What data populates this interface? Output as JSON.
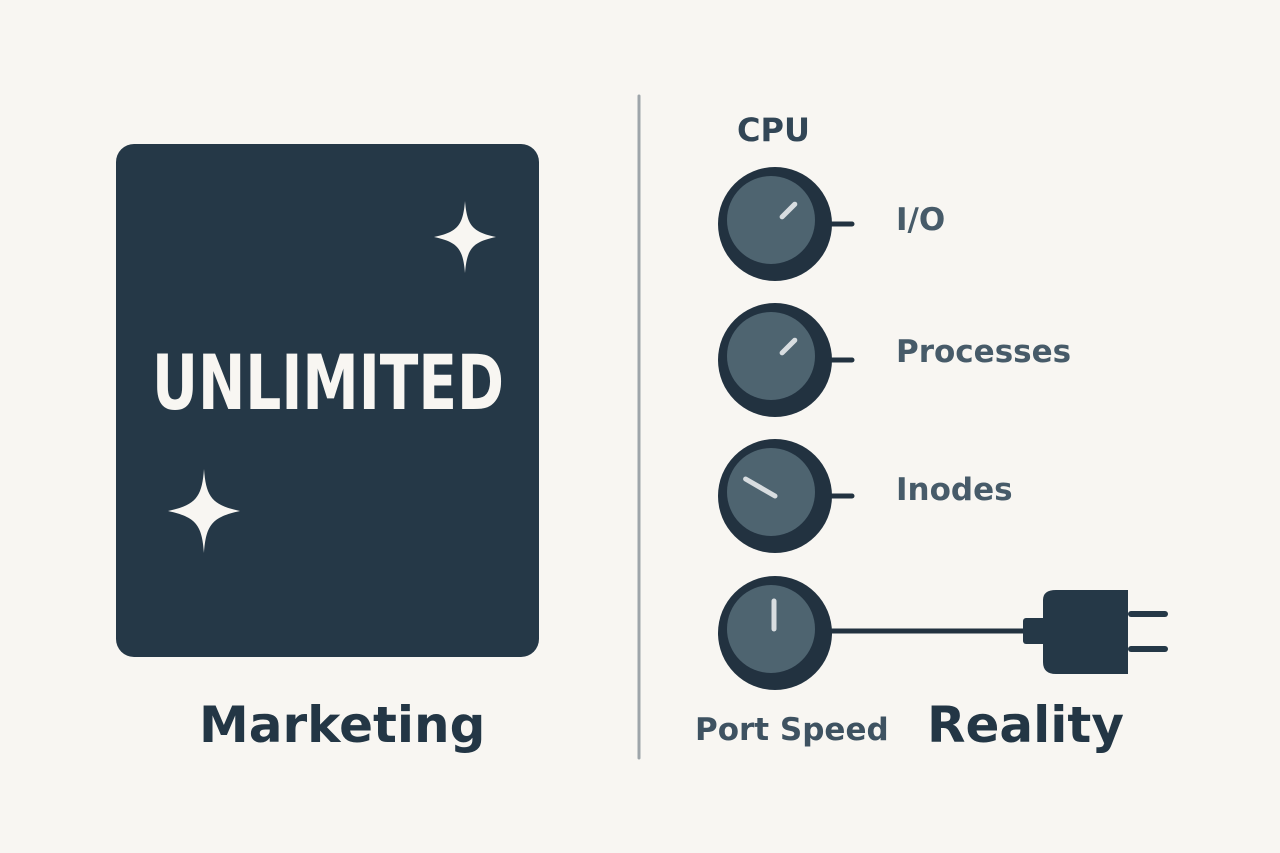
{
  "marketing": {
    "card_text": "UNLIMITED",
    "caption": "Marketing"
  },
  "reality": {
    "caption": "Reality",
    "knobs": [
      {
        "label": "CPU",
        "level_angle_deg": 45
      },
      {
        "label": "I/O",
        "level_angle_deg": 45
      },
      {
        "label": "Processes",
        "level_angle_deg": 45
      },
      {
        "label": "Inodes",
        "level_angle_deg": -60
      },
      {
        "label": "Port Speed",
        "level_angle_deg": 0
      }
    ]
  },
  "colors": {
    "background": "#f8f6f2",
    "dark": "#253847",
    "knob_face": "#4e6470",
    "knob_ring": "#223240",
    "divider": "#9ea5aa",
    "sparkle": "#f8f6f2"
  },
  "icons": [
    "sparkle-icon",
    "knob-icon",
    "plug-icon"
  ]
}
